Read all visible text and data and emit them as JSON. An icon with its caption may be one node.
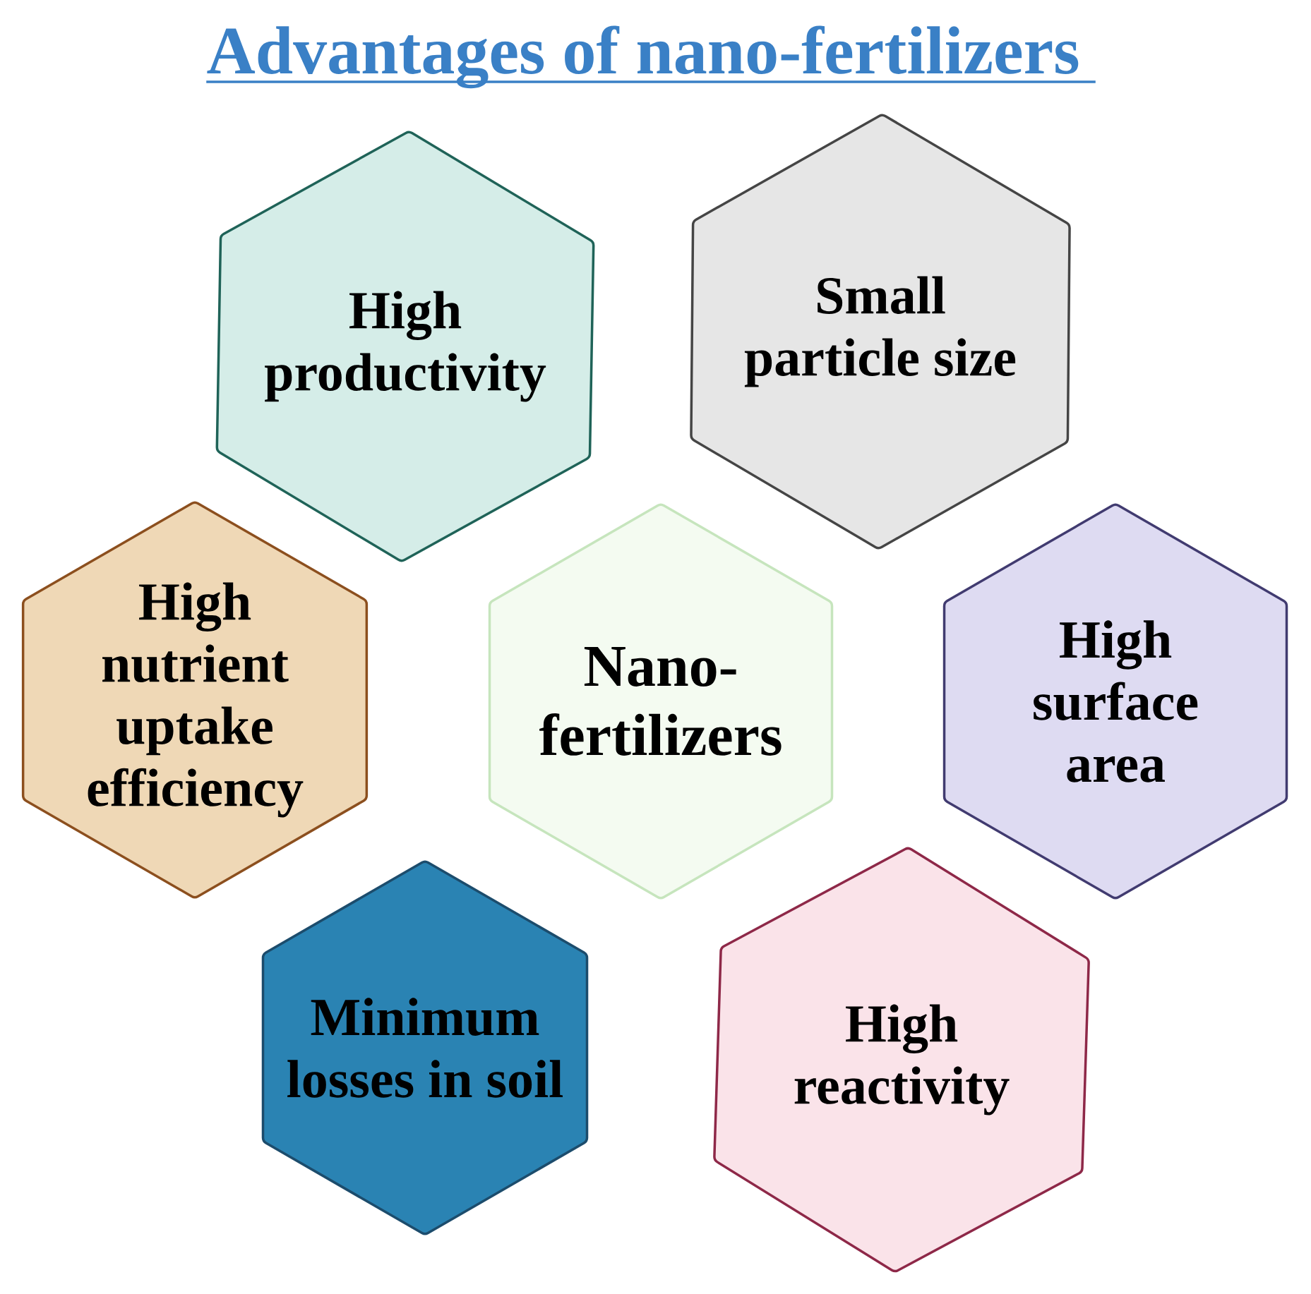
{
  "diagram": {
    "title": "Advantages of nano-fertilizers",
    "nodes": [
      {
        "text": [
          "High productivity"
        ]
      },
      {
        "text": [
          "Small particle size"
        ]
      },
      {
        "text": [
          "High nutrient uptake efficiency"
        ]
      },
      {
        "text": [
          "Nano-fertilizers"
        ]
      },
      {
        "text": [
          "High surface area"
        ]
      },
      {
        "text": [
          "Minimum losses in soil"
        ]
      },
      {
        "text": [
          "High reactivity"
        ]
      }
    ]
  }
}
